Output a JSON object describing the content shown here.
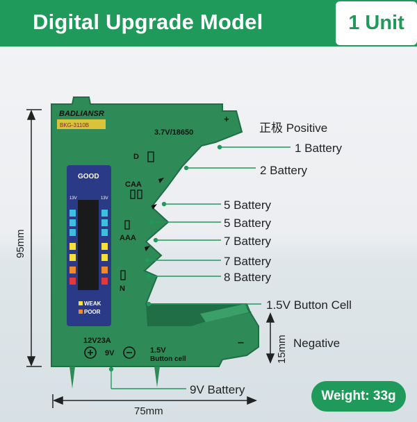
{
  "banner": {
    "title": "Digital Upgrade Model",
    "unit": "1 Unit"
  },
  "device": {
    "brand": "BADLIANSR",
    "model_code": "BKG-3110B",
    "good": "GOOD",
    "v13l": "13V",
    "v13r": "13V",
    "weak": "WEAK",
    "poor": "POOR",
    "top_voltage": "3.7V/18650",
    "plus_mark": "+",
    "d_label": "D",
    "caa_label": "CAA",
    "aaa_label": "AAA",
    "n_label": "N",
    "v12": "12V23A",
    "v9": "9V",
    "v15": "1.5V",
    "button_cell": "Button cell",
    "minus_mark": "–"
  },
  "labels": {
    "positive": "正极  Positive",
    "b1": "1 Battery",
    "b2": "2 Battery",
    "b5a": "5 Battery",
    "b5b": "5 Battery",
    "b7a": "7 Battery",
    "b7b": "7 Battery",
    "b8": "8 Battery",
    "button": "1.5V Button Cell",
    "negative": "Negative",
    "nine_v": "9V Battery"
  },
  "dimensions": {
    "height": "95mm",
    "width": "75mm",
    "depth": "15mm"
  },
  "weight": "Weight: 33g",
  "colors": {
    "brand_green": "#1f9a5a",
    "device_green": "#2e8b57",
    "display_blue": "#2b3a86"
  }
}
